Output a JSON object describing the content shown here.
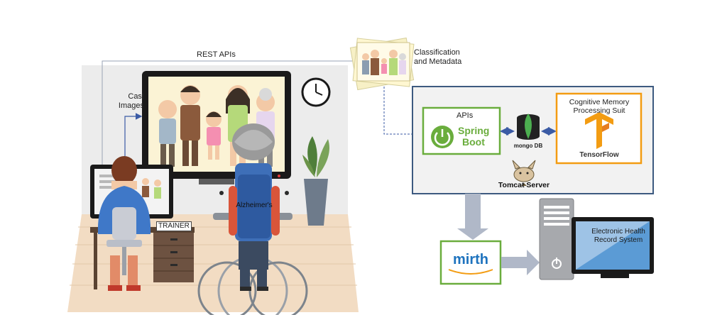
{
  "labels": {
    "rest_apis": "REST APIs",
    "classification": "Classification and Metadata",
    "cast_images": "Cast Images",
    "trainer": "TRAINER",
    "patient": "Alzheimer's",
    "apis": "APIs",
    "spring_line1": "Spring",
    "spring_line2": "Boot",
    "mongo": "mongo DB",
    "cognitive": "Cognitive Memory Processing Suit",
    "tensorflow": "TensorFlow",
    "tomcat": "Tomcat Server",
    "mirth": "mirth",
    "ehr": "Electronic Health Record System"
  },
  "colors": {
    "spring_green": "#6aad3d",
    "tensorflow_orange": "#f39c12",
    "server_border": "#3d5a80",
    "arrow_blue": "#3b5ba5",
    "big_arrow": "#b0b8c8",
    "mirth_green": "#6aad3d",
    "mirth_text": "#1e73be",
    "monitor_screen": "#5b9bd5"
  },
  "icons": [
    "family-photo-icon",
    "clock-icon",
    "plant-icon",
    "power-icon",
    "mongodb-leaf-icon",
    "tensorflow-icon",
    "tomcat-icon",
    "server-tower-icon"
  ]
}
